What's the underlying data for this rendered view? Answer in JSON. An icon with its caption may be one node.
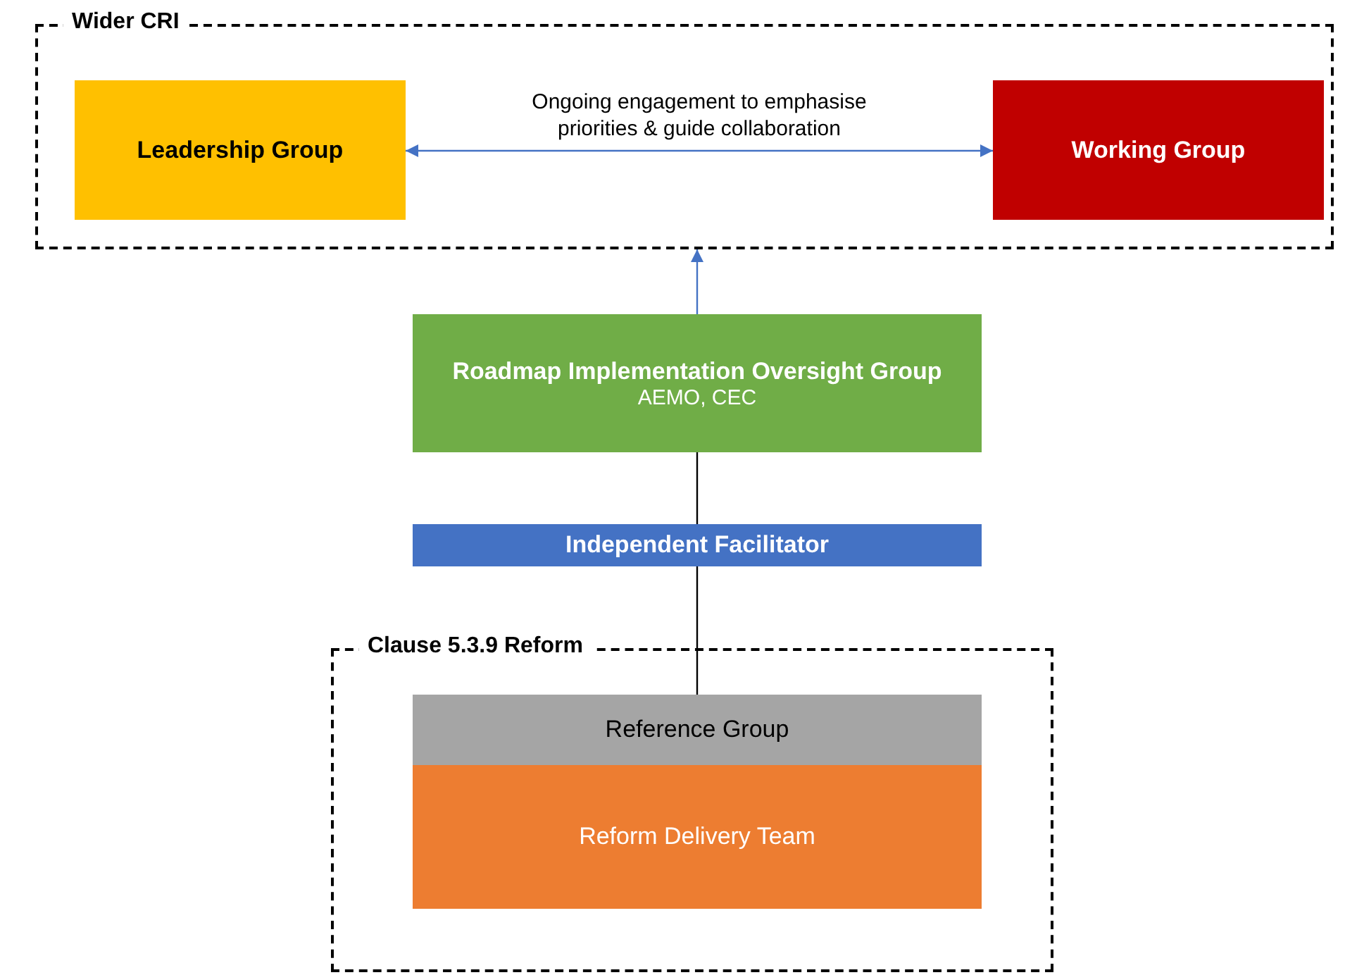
{
  "diagram": {
    "nodes": [
      {
        "text": [
          "Wider CRI"
        ]
      },
      {
        "text": [
          "Leadership Group"
        ],
        "in": 0
      },
      {
        "text": [
          "Working Group"
        ],
        "in": 0
      },
      {
        "text": [
          "Roadmap Implementation Oversight Group",
          "AEMO, CEC"
        ]
      },
      {
        "text": [
          "Independent Facilitator"
        ]
      },
      {
        "text": [
          "Clause 5.3.9 Reform"
        ]
      },
      {
        "text": [
          "Reference Group"
        ],
        "in": 5
      },
      {
        "text": [
          "Reform Delivery Team"
        ],
        "in": 5
      }
    ],
    "edges": [
      {
        "from": 1,
        "to": 2,
        "arrow": "both",
        "label": "Ongoing engagement to emphasise priorities & guide collaboration",
        "color": "#4472c4"
      },
      {
        "from": 3,
        "to": 0,
        "arrow": "to",
        "color": "#4472c4"
      },
      {
        "from": 4,
        "to": 3,
        "arrow": "none",
        "color": "#000000"
      },
      {
        "from": 6,
        "to": 4,
        "arrow": "none",
        "color": "#000000"
      }
    ]
  }
}
